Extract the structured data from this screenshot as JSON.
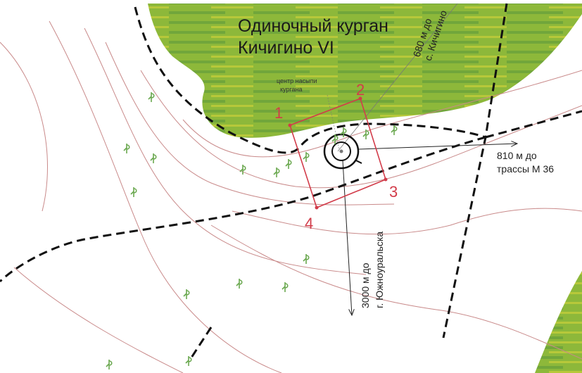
{
  "map": {
    "title_line1": "Одиночный курган",
    "title_line2": "Кичигино VI",
    "mound_label_line1": "центр насыпи",
    "mound_label_line2": "кургана",
    "corner_points": [
      "1",
      "2",
      "3",
      "4"
    ],
    "distance_labels": {
      "kichigino_line1": "680 м до",
      "kichigino_line2": "с. Кичигино",
      "highway_line1": "810 м до",
      "highway_line2": "трассы М 36",
      "yuzhnouralsk_line1": "3000 м до",
      "yuzhnouralsk_line2": "г. Южноуральска"
    },
    "colors": {
      "forest": "#8db83a",
      "forest_stripe": "#5f9a3c",
      "boundary": "#d23c4a",
      "contour": "#c98a8a",
      "road": "#111111",
      "tree": "#6aa84f"
    }
  }
}
